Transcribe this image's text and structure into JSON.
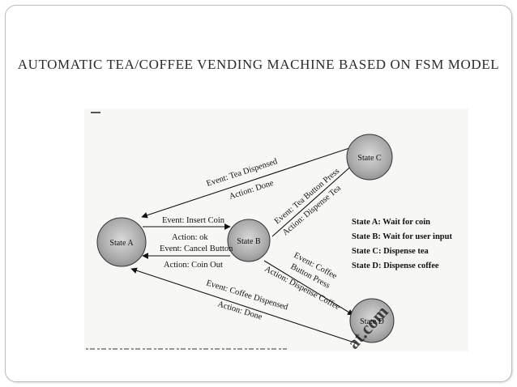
{
  "slide": {
    "title": "Automatic Tea/Coffee Vending Machine based on FSM model"
  },
  "diagram": {
    "states": {
      "a": "State A",
      "b": "State B",
      "c": "State C",
      "d": "State D"
    },
    "transitions": {
      "c_to_a_event": "Event: Tea Dispensed",
      "c_to_a_action": "Action: Done",
      "a_to_b_event": "Event: Insert Coin",
      "a_to_b_action": "Action: ok",
      "b_to_a_event": "Event: Cancel Button",
      "b_to_a_action": "Action: Coin Out",
      "b_to_c_event": "Event: Tea Button Press",
      "b_to_c_action": "Action: Dispense Tea",
      "b_to_d_event_1": "Event: Coffee",
      "b_to_d_event_2": "Button Press",
      "b_to_d_action": "Action: Dispense Coffee",
      "d_to_a_event": "Event: Coffee Dispensed",
      "d_to_a_action": "Action: Done"
    },
    "legend": [
      "State A: Wait for coin",
      "State B: Wait for user input",
      "State C: Dispense tea",
      "State D: Dispense coffee"
    ],
    "watermark": "at.com"
  }
}
